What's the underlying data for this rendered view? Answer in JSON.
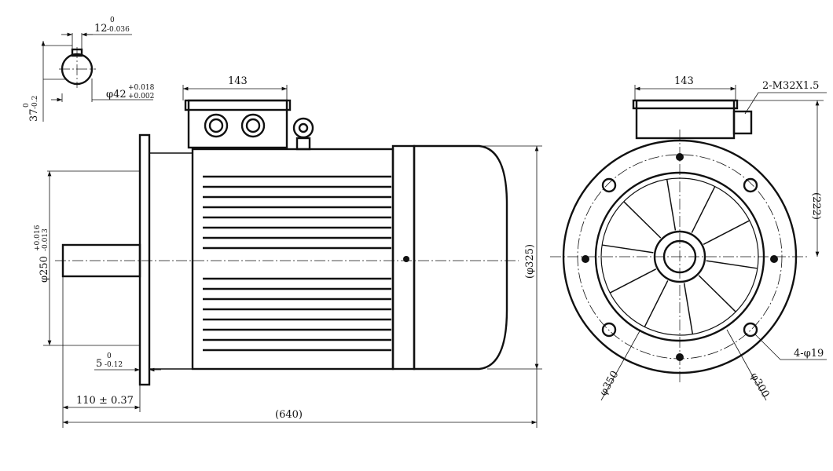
{
  "title": "Motor outline dimension drawing",
  "key_section": {
    "key_width": "12",
    "key_width_tol_upper": "0",
    "key_width_tol_lower": "-0.036",
    "shaft_dia": "φ42",
    "shaft_dia_tol_upper": "+0.018",
    "shaft_dia_tol_lower": "+0.002",
    "key_height": "37",
    "key_height_tol_upper": "0",
    "key_height_tol_lower": "-0.2"
  },
  "side_view": {
    "terminal_box_width": "143",
    "spigot_dia": "φ250",
    "spigot_tol_upper": "+0.016",
    "spigot_tol_lower": "-0.013",
    "spigot_depth": "5",
    "spigot_depth_tol_upper": "0",
    "spigot_depth_tol_lower": "-0.12",
    "shaft_length": "110 ± 0.37",
    "overall_length": "(640)",
    "overall_height": "(φ325)"
  },
  "front_view": {
    "terminal_box_width": "143",
    "cable_gland": "2-M32X1.5",
    "box_height": "(222)",
    "holes": "4-φ19",
    "flange_dia": "φ350",
    "pcd": "φ300"
  }
}
